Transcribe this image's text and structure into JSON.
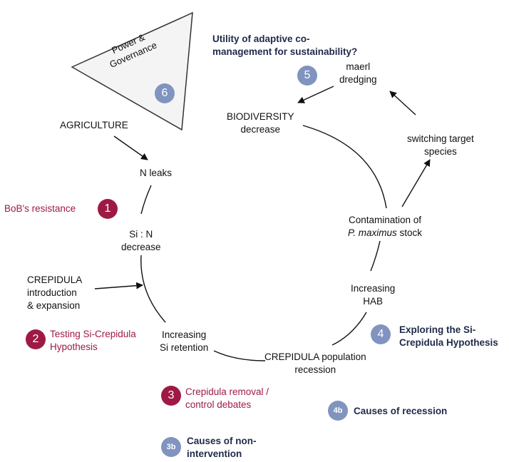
{
  "triangle": {
    "title": "Power &\nGovernance",
    "badge": "6"
  },
  "nodes": {
    "agriculture": "AGRICULTURE",
    "n_leaks": "N leaks",
    "si_n": "Si : N\ndecrease",
    "crepidula_intro": "CREPIDULA\nintroduction\n& expansion",
    "si_retention": "Increasing\nSi retention",
    "recession": "CREPIDULA population\nrecession",
    "hab": "Increasing\nHAB",
    "contamination_line1": "Contamination of",
    "contamination_line2": "P. maximus",
    "contamination_line3": " stock",
    "switching": "switching target\nspecies",
    "maerl": "maerl\ndredging",
    "biodiversity": "BIODIVERSITY\ndecrease"
  },
  "annotations": {
    "a1": {
      "badge": "1",
      "text": "BoB's resistance"
    },
    "a2": {
      "badge": "2",
      "text": "Testing Si-Crepidula\nHypothesis"
    },
    "a3": {
      "badge": "3",
      "text": "Crepidula removal /\ncontrol debates"
    },
    "a3b": {
      "badge": "3b",
      "text": "Causes of non-\nintervention"
    },
    "a4": {
      "badge": "4",
      "text": "Exploring the Si-\nCrepidula Hypothesis"
    },
    "a4b": {
      "badge": "4b",
      "text": "Causes of recession"
    },
    "a5": {
      "badge": "5",
      "text": "Utility of adaptive co-\nmanagement for sustainability?"
    }
  },
  "colors": {
    "red": "#9e1a45",
    "blue_badge": "#8094bf",
    "navy": "#1f2a4a",
    "triangle_fill": "#f4f4f4"
  }
}
